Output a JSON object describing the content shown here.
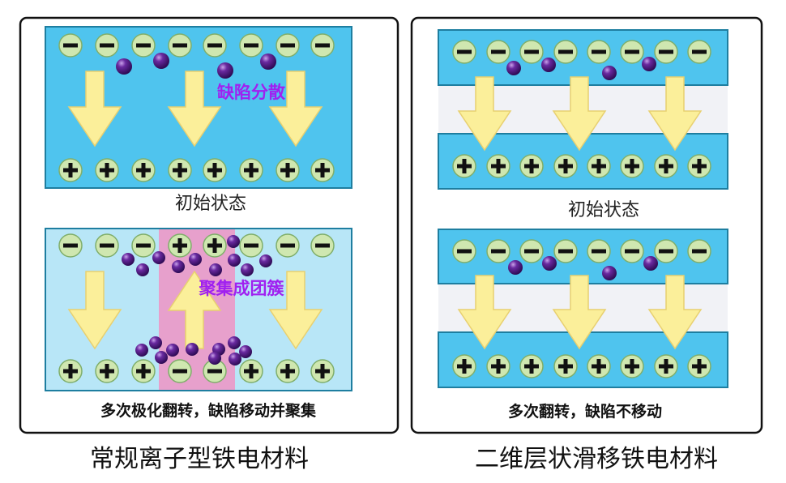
{
  "left_panel": {
    "title": "常规离子型铁电材料",
    "top": {
      "annotation": "缺陷分散",
      "caption": "初始状态",
      "top_charges": [
        "-",
        "-",
        "-",
        "-",
        "-",
        "-",
        "-",
        "-"
      ],
      "bottom_charges": [
        "+",
        "+",
        "+",
        "+",
        "+",
        "+",
        "+",
        "+"
      ],
      "arrows": [
        "down",
        "down",
        "down"
      ]
    },
    "bottom": {
      "annotation": "聚集成团簇",
      "caption": "多次极化翻转，缺陷移动并聚集",
      "top_charges": [
        "-",
        "-",
        "-",
        "+",
        "+",
        "-",
        "-",
        "-"
      ],
      "bottom_charges": [
        "+",
        "+",
        "+",
        "-",
        "-",
        "+",
        "+",
        "+"
      ],
      "arrows": [
        "down",
        "up",
        "down"
      ]
    }
  },
  "right_panel": {
    "title": "二维层状滑移铁电材料",
    "top": {
      "caption": "初始状态",
      "top_charges": [
        "-",
        "-",
        "-",
        "-",
        "-",
        "-",
        "-",
        "-"
      ],
      "bottom_charges": [
        "+",
        "+",
        "+",
        "+",
        "+",
        "+",
        "+",
        "+"
      ],
      "arrows": [
        "down",
        "down",
        "down"
      ]
    },
    "bottom": {
      "caption": "多次翻转，缺陷不移动",
      "top_charges": [
        "-",
        "-",
        "-",
        "-",
        "-",
        "-",
        "-",
        "-"
      ],
      "bottom_charges": [
        "+",
        "+",
        "+",
        "+",
        "+",
        "+",
        "+",
        "+"
      ],
      "arrows": [
        "down",
        "down",
        "down"
      ]
    }
  },
  "colors": {
    "layer_blue": "#4fc4ee",
    "light_blue": "#b8e6f7",
    "pink_domain": "#e7a0cc",
    "arrow": "#fbef9a",
    "defect": "#5a1f8c",
    "annotation": "#a020f0",
    "charge_fill": "#cfe7b0"
  }
}
